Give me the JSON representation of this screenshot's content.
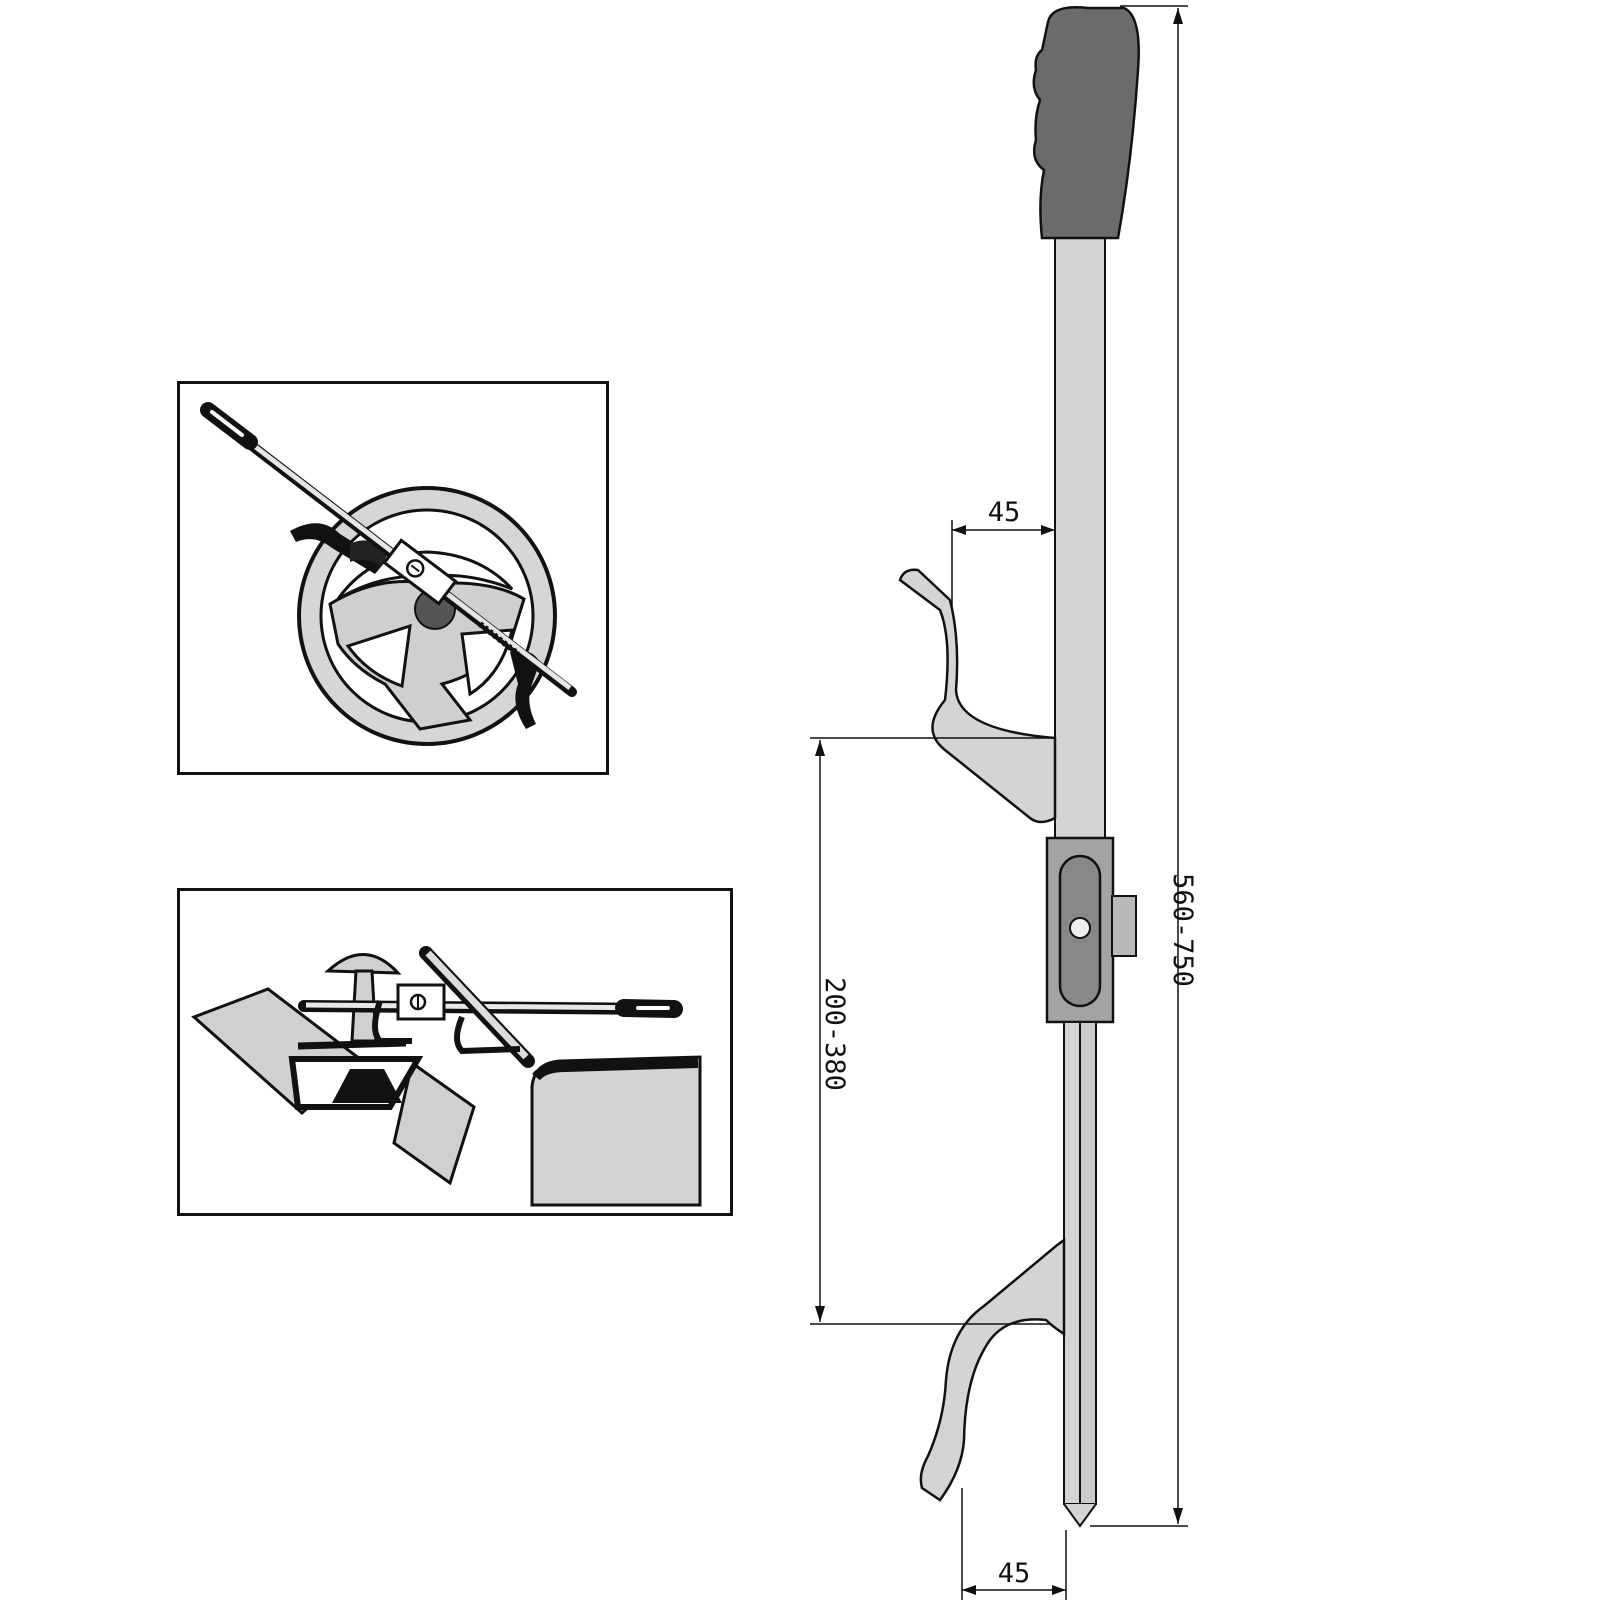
{
  "figure": {
    "dimensions": {
      "hook_offset_top": "45",
      "hook_spacing": "200-380",
      "total_length": "560-750",
      "hook_offset_bottom": "45"
    }
  },
  "illustrations": {
    "steering_wheel": "steering-wheel-lock-usage",
    "gear_lever": "gear-lever-lock-usage"
  },
  "colors": {
    "line": "#111111",
    "metal": "#d4d4d4",
    "grip": "#6b6b6b",
    "accent_dark": "#222222"
  }
}
